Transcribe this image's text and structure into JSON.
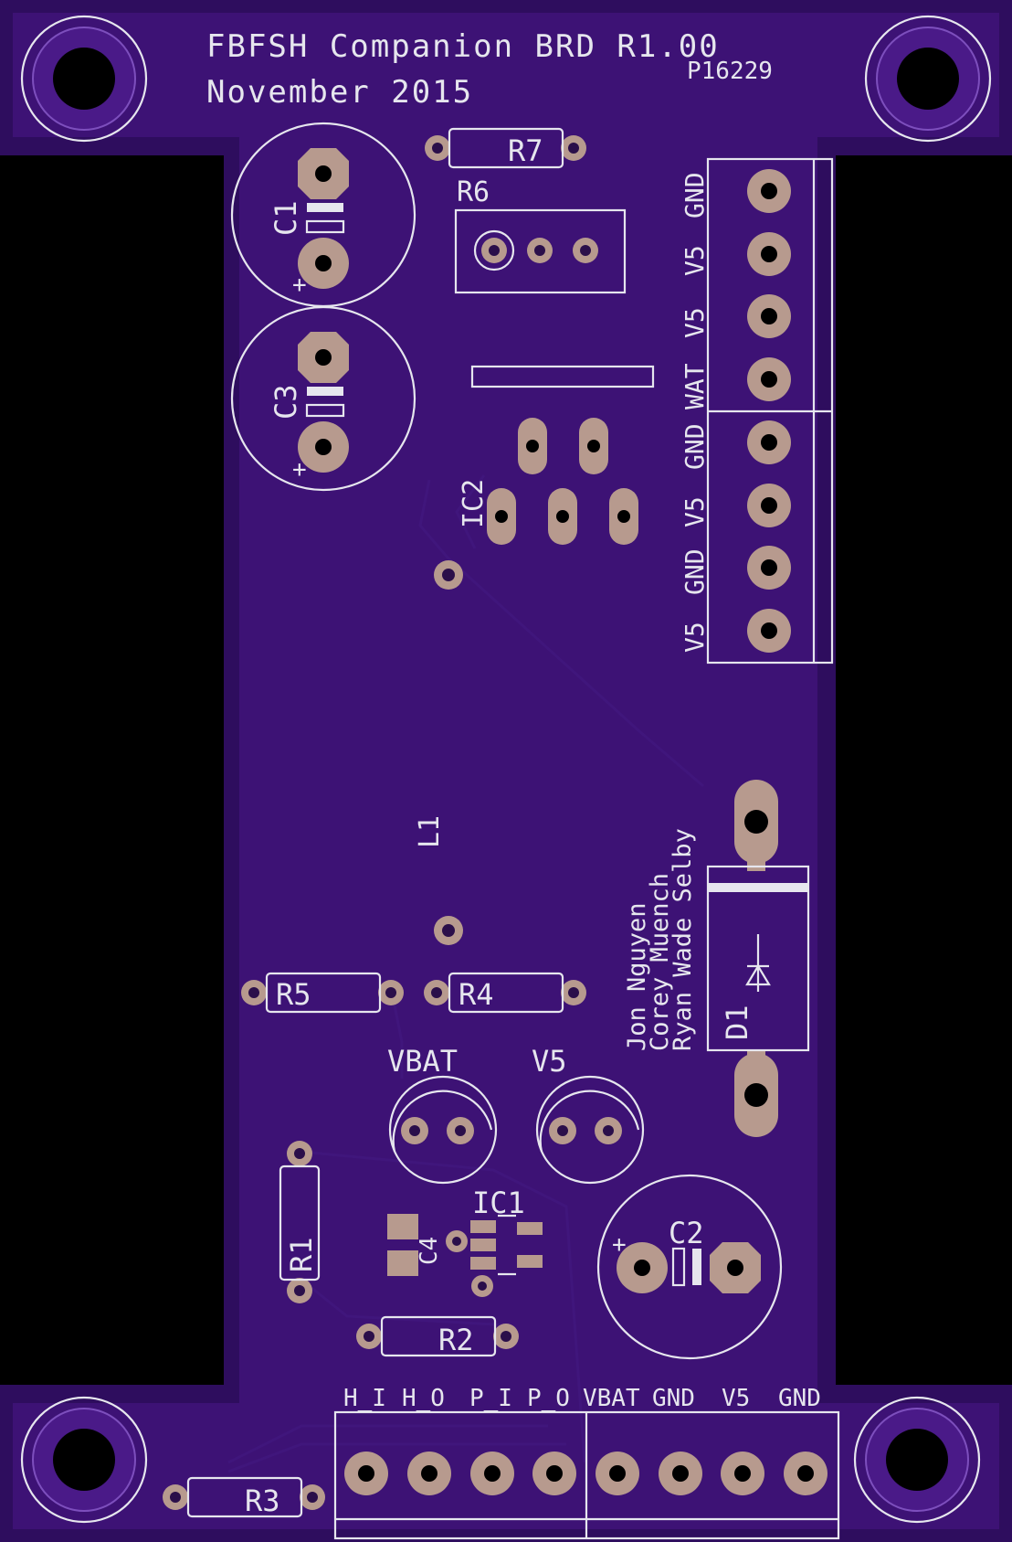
{
  "board": {
    "title_line1": "FBFSH Companion BRD R1.00",
    "title_line2": "November 2015",
    "part_number": "P16229"
  },
  "credits": [
    "Jon Nguyen",
    "Corey Muench",
    "Ryan Wade Selby"
  ],
  "designators": {
    "c1": "C1",
    "c2": "C2",
    "c3": "C3",
    "c4": "C4",
    "r1": "R1",
    "r2": "R2",
    "r3": "R3",
    "r4": "R4",
    "r5": "R5",
    "r6": "R6",
    "r7": "R7",
    "ic1": "IC1",
    "ic2": "IC2",
    "l1": "L1",
    "d1": "D1",
    "vbat": "VBAT",
    "v5": "V5",
    "plus": "+"
  },
  "right_header_labels": [
    "GND",
    "V5",
    "V5",
    "WAT",
    "GND",
    "V5",
    "GND",
    "V5"
  ],
  "bottom_header_labels": [
    "H_I",
    "H_O",
    "P_I",
    "P_O",
    "VBAT",
    "GND",
    "V5",
    "GND"
  ],
  "colors": {
    "board": "#3d1275",
    "board_edge": "#2e0d5e",
    "silkscreen": "#e6e6ee",
    "copper_pad": "#b79a8e",
    "trace": "#40167c",
    "background": "#000000"
  }
}
